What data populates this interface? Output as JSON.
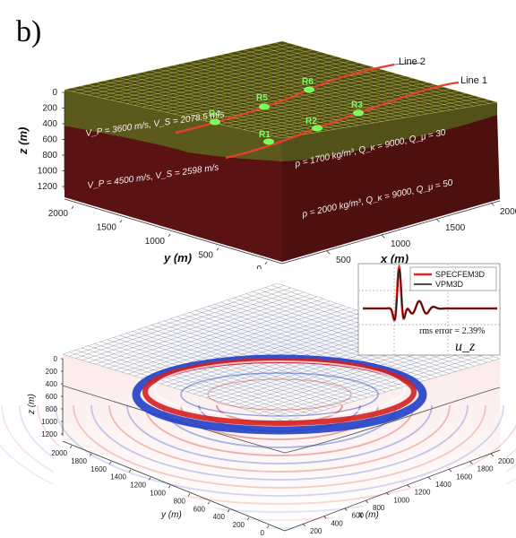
{
  "panel_label": "b)",
  "top_model": {
    "z_axis": {
      "title": "z (m)",
      "ticks": [
        "0",
        "200",
        "400",
        "600",
        "800",
        "1000",
        "1200"
      ]
    },
    "y_axis": {
      "title": "y (m)",
      "ticks": [
        "2000",
        "1500",
        "1000",
        "500",
        "0"
      ]
    },
    "x_axis": {
      "title": "x (m)",
      "ticks": [
        "500",
        "1000",
        "1500",
        "2000"
      ]
    },
    "lines": [
      "Line 2",
      "Line 1"
    ],
    "receivers": [
      "R6",
      "R5",
      "R4",
      "R3",
      "R2",
      "R1"
    ],
    "upper_layer": {
      "velocity_text": "V_P = 3600 m/s, V_S = 2078.5 m/s",
      "density_text": "ρ = 1700 kg/m³, Q_κ = 9000, Q_μ = 30"
    },
    "lower_layer": {
      "velocity_text": "V_P = 4500 m/s, V_S = 2598 m/s",
      "density_text": "ρ = 2000 kg/m³, Q_κ = 9000, Q_μ = 50"
    },
    "colors": {
      "upper_layer": "#5b5a1c",
      "lower_layer": "#5a1212",
      "mesh": "#d8d85a",
      "line": "#e8402a",
      "receiver": "#7CFC5A"
    }
  },
  "bottom_model": {
    "z_axis": {
      "title": "z (m)",
      "ticks": [
        "0",
        "200",
        "400",
        "600",
        "800",
        "1000",
        "1200"
      ]
    },
    "y_axis": {
      "title": "y (m)",
      "ticks": [
        "2000",
        "1800",
        "1600",
        "1400",
        "1200",
        "1000",
        "800",
        "600",
        "400",
        "200",
        "0"
      ]
    },
    "x_axis": {
      "title": "x (m)",
      "ticks": [
        "200",
        "400",
        "600",
        "800",
        "1000",
        "1200",
        "1400",
        "1600",
        "1800",
        "2000"
      ]
    },
    "colors": {
      "positive": "#d42020",
      "negative": "#1f3fc8"
    }
  },
  "inset": {
    "legend": [
      {
        "label": "SPECFEM3D",
        "color": "#e8261e"
      },
      {
        "label": "VPM3D",
        "color": "#111111"
      }
    ],
    "rms_text": "rms error = 2.39%",
    "component": "u_z"
  }
}
